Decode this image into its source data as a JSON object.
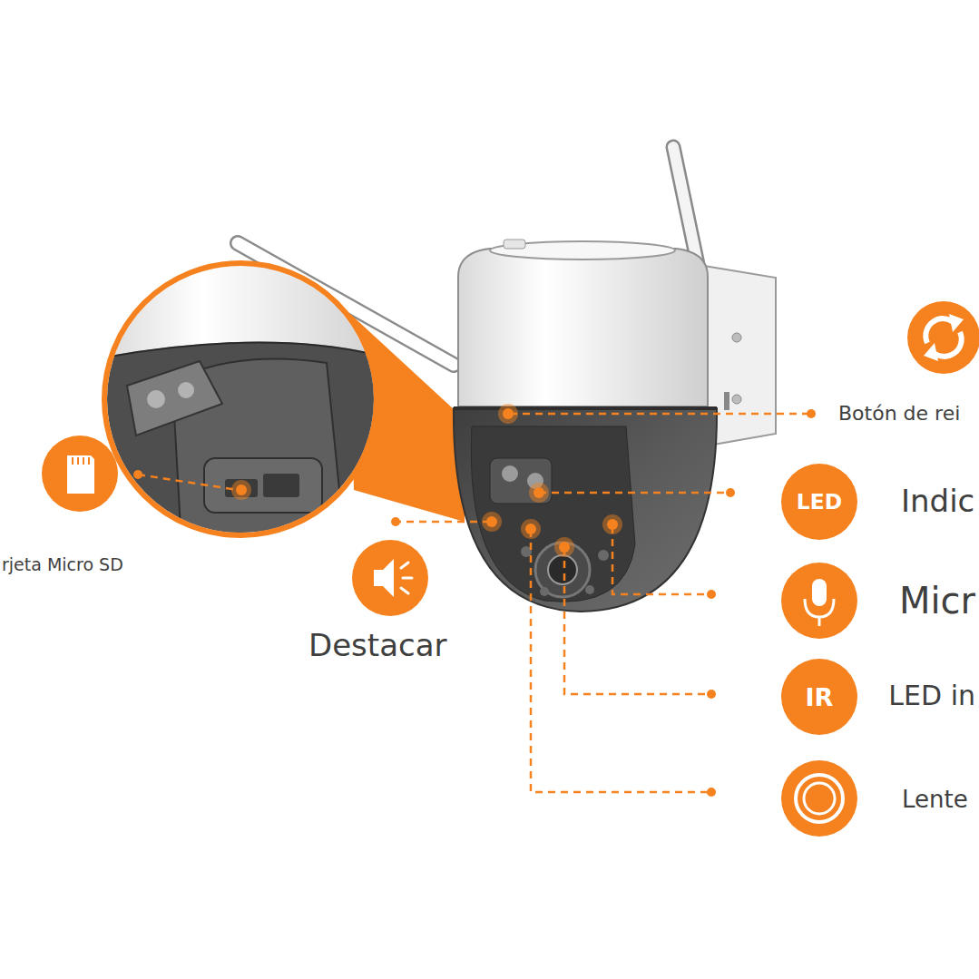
{
  "diagram": {
    "nodes": [
      {
        "text": [
          "LED",
          "Indic"
        ]
      },
      {
        "text": [
          "IR",
          "LED in"
        ]
      }
    ],
    "labels": [
      "Botón de rei",
      "Micr",
      "Lente",
      "rjeta Micro SD",
      "Destacar"
    ]
  }
}
